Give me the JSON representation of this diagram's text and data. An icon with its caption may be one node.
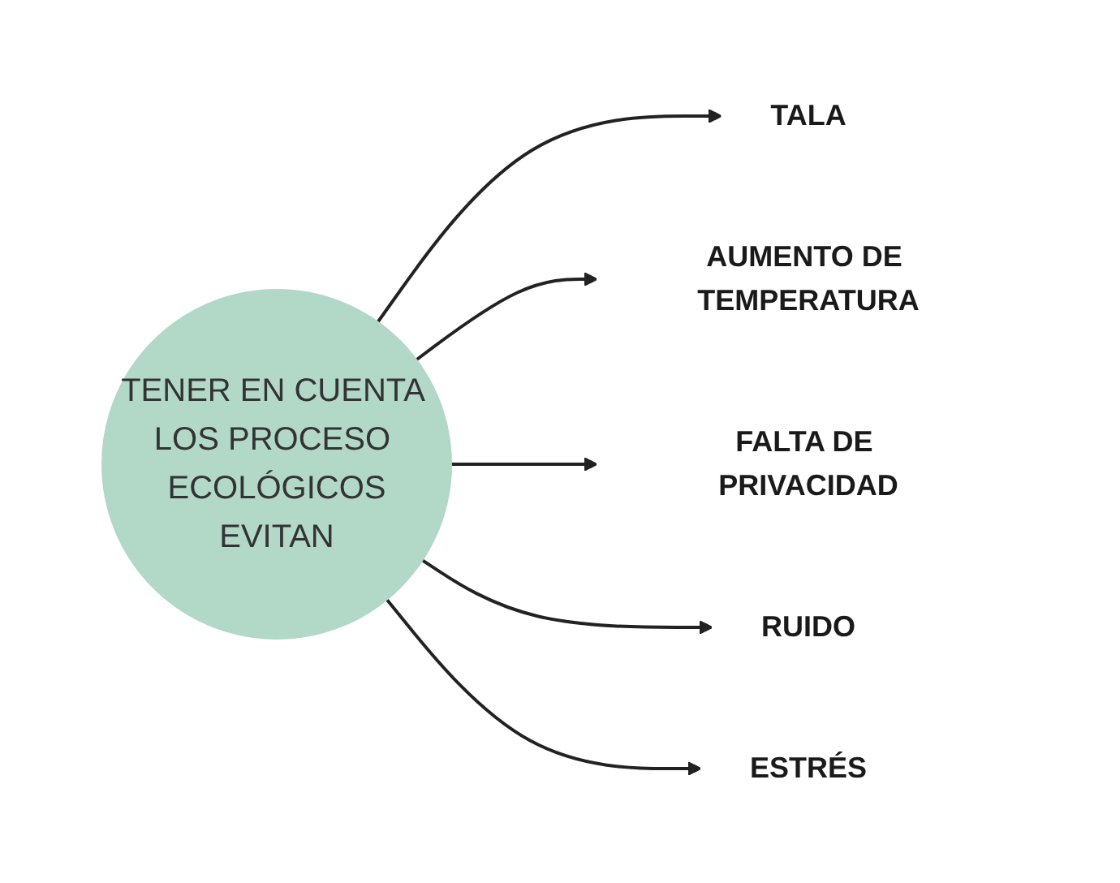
{
  "diagram": {
    "nodes": [
      {
        "text": [
          "TENER EN CUENTA LOS PROCESO ECOLÓGICOS",
          "EVITAN"
        ]
      },
      {
        "text": [
          "TALA"
        ]
      },
      {
        "text": [
          "AUMENTO DE TEMPERATURA"
        ]
      },
      {
        "text": [
          "FALTA DE PRIVACIDAD"
        ]
      },
      {
        "text": [
          "RUIDO"
        ]
      },
      {
        "text": [
          "ESTRÉS"
        ]
      }
    ],
    "edges": [
      {
        "from": 0,
        "to": 1,
        "arrow": "to"
      },
      {
        "from": 0,
        "to": 2,
        "arrow": "to"
      },
      {
        "from": 0,
        "to": 3,
        "arrow": "to"
      },
      {
        "from": 0,
        "to": 4,
        "arrow": "to"
      },
      {
        "from": 0,
        "to": 5,
        "arrow": "to"
      }
    ]
  }
}
